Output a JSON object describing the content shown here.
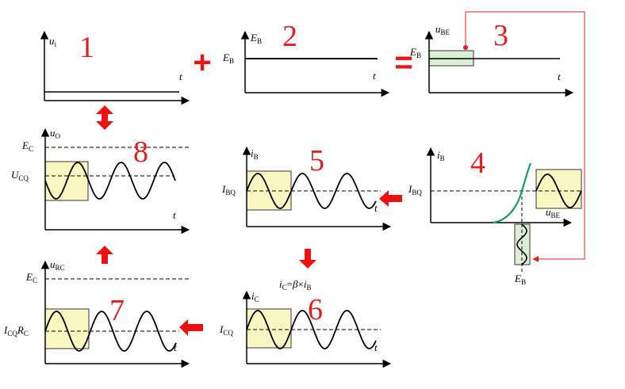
{
  "colors": {
    "axis": "#000000",
    "accent": "#e02020",
    "window_fill": "#fbf7c2",
    "window_fill_green": "#dcefd6",
    "transfer_curve": "#11a05a",
    "feedback_line": "#e02020"
  },
  "panels": {
    "p1": {
      "number": "1",
      "ylabel": "u",
      "ysub": "i",
      "xlabel": "t"
    },
    "p2": {
      "number": "2",
      "ylabel": "E",
      "ysub": "B",
      "level": "E",
      "level_sub": "B",
      "xlabel": "t"
    },
    "p3": {
      "number": "3",
      "ylabel": "u",
      "ysub": "BE",
      "level": "E",
      "level_sub": "B",
      "xlabel": "t"
    },
    "p4": {
      "number": "4",
      "ylabel": "i",
      "ysub": "B",
      "level": "I",
      "level_sub": "BQ",
      "xlabel": "u",
      "xsub": "BE",
      "bottom": "E",
      "bottom_sub": "B"
    },
    "p5": {
      "number": "5",
      "ylabel": "i",
      "ysub": "B",
      "level": "I",
      "level_sub": "BQ",
      "xlabel": "t"
    },
    "p6": {
      "number": "6",
      "ylabel": "i",
      "ysub": "C",
      "level": "I",
      "level_sub": "CQ",
      "xlabel": "t",
      "formula": {
        "a": "i",
        "a_sub": "C",
        "b": "=",
        "c": "β",
        "d": "×",
        "e": "i",
        "e_sub": "B"
      }
    },
    "p7": {
      "number": "7",
      "ylabel": "u",
      "ysub": "RC",
      "top": "E",
      "top_sub": "C",
      "level_a": "I",
      "level_a_sub": "CQ",
      "level_b": "R",
      "level_b_sub": "C",
      "xlabel": "t"
    },
    "p8": {
      "number": "8",
      "ylabel": "u",
      "ysub": "O",
      "top": "E",
      "top_sub": "C",
      "level": "U",
      "level_sub": "CQ",
      "xlabel": "t"
    }
  },
  "operators": {
    "plus": "+",
    "equals": "="
  },
  "arrows": [
    "down-arrow",
    "left-arrow",
    "up-arrow",
    "left-arrow",
    "double-vertical-arrow",
    "left-arrow"
  ]
}
